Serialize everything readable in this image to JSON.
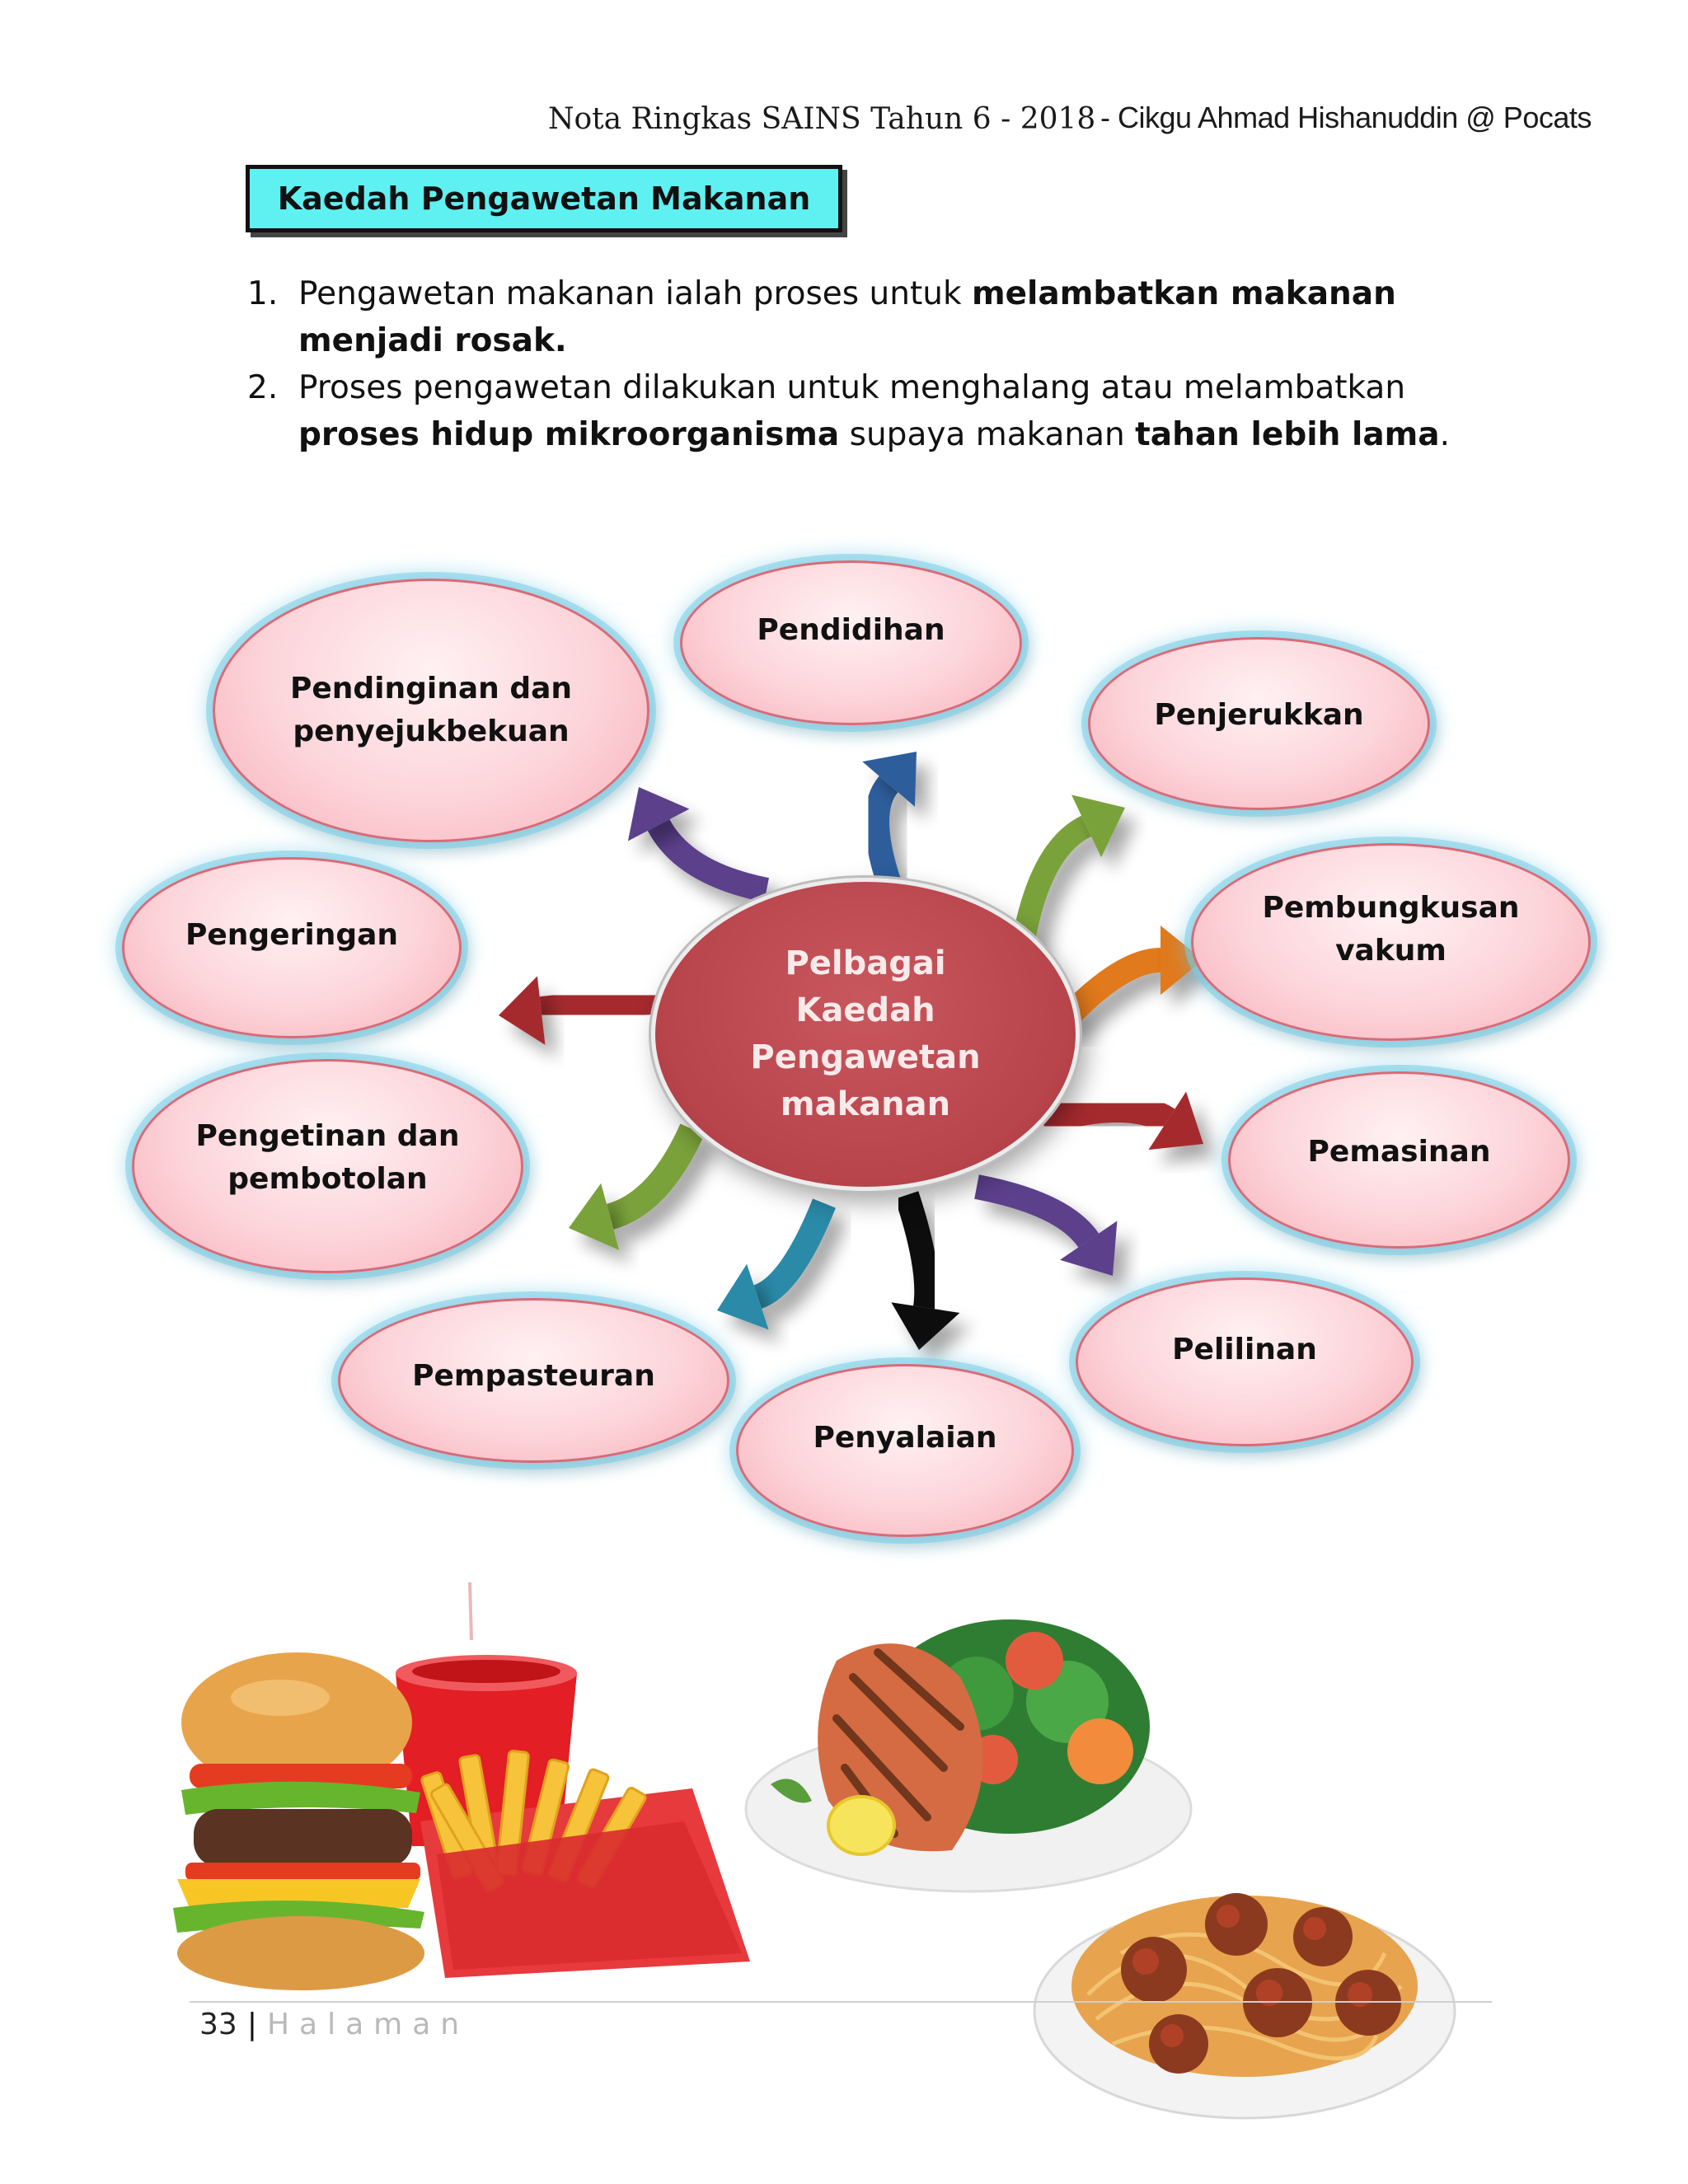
{
  "header": {
    "title": "Nota Ringkas SAINS Tahun 6 - 2018",
    "author": "- Cikgu Ahmad Hishanuddin @ Pocats"
  },
  "section_title": "Kaedah Pengawetan Makanan",
  "points": [
    {
      "num": "1.",
      "t1": "Pengawetan makanan ialah proses untuk ",
      "b1": "melambatkan makanan menjadi rosak.",
      "t2": "",
      "b2": "",
      "t3": ""
    },
    {
      "num": "2.",
      "t1": "Proses pengawetan dilakukan untuk menghalang atau melambatkan ",
      "b1": "proses hidup mikroorganisma",
      "t2": " supaya makanan ",
      "b2": "tahan lebih lama",
      "t3": "."
    }
  ],
  "mindmap": {
    "center": [
      "Pelbagai",
      "Kaedah",
      "Pengawetan",
      "makanan"
    ],
    "methods": {
      "pendinginan": [
        "Pendinginan dan",
        "penyejukbekuan"
      ],
      "pendidihan": "Pendidihan",
      "penjerukkan": "Penjerukkan",
      "pengeringan": "Pengeringan",
      "pembungkusan": [
        "Pembungkusan",
        "vakum"
      ],
      "pengetinan": [
        "Pengetinan dan",
        "pembotolan"
      ],
      "pemasinan": "Pemasinan",
      "pempasteuran": "Pempasteuran",
      "penyalaian": "Penyalaian",
      "pelilinan": "Pelilinan"
    },
    "arrow_colors": [
      "#5b3f8c",
      "#2f5d9c",
      "#7aa23a",
      "#e07a1c",
      "#a52a2e",
      "#7aa23a",
      "#2a8aa8",
      "#111111",
      "#5b3f8c",
      "#a52a2e"
    ]
  },
  "images": [
    "burger-fries-drink",
    "grilled-salmon-salad",
    "spaghetti-meatballs"
  ],
  "footer": {
    "page": "33",
    "separator": "|",
    "word": "Halaman"
  }
}
